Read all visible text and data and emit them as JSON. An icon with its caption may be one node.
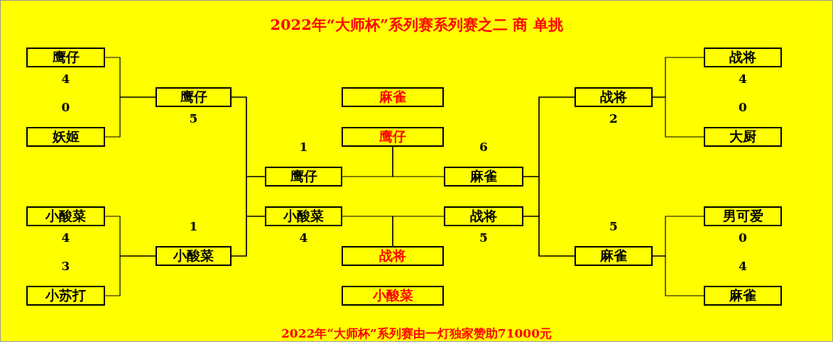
{
  "diagram": {
    "title": "2022年“大师杯”系列赛系列赛之二 商 单挑",
    "caption": "2022年“大师杯”系列赛由一灯独家赞助71000元",
    "nodes": [
      {
        "text": [
          "鹰仔"
        ],
        "beside": [
          "4"
        ]
      },
      {
        "text": [
          "妖姬"
        ],
        "beside": [
          "0"
        ]
      },
      {
        "text": [
          "小酸菜"
        ],
        "beside": [
          "4"
        ]
      },
      {
        "text": [
          "小苏打"
        ],
        "beside": [
          "3"
        ]
      },
      {
        "text": [
          "鹰仔"
        ],
        "beside": [
          "5"
        ]
      },
      {
        "text": [
          "小酸菜"
        ],
        "beside": [
          "1"
        ]
      },
      {
        "text": [
          "鹰仔"
        ],
        "beside": [
          "1"
        ]
      },
      {
        "text": [
          "小酸菜"
        ],
        "beside": [
          "4"
        ]
      },
      {
        "text": [
          "麻雀"
        ]
      },
      {
        "text": [
          "鹰仔"
        ]
      },
      {
        "text": [
          "战将"
        ]
      },
      {
        "text": [
          "小酸菜"
        ]
      },
      {
        "text": [
          "麻雀"
        ],
        "beside": [
          "6"
        ]
      },
      {
        "text": [
          "战将"
        ],
        "beside": [
          "5"
        ]
      },
      {
        "text": [
          "战将"
        ],
        "beside": [
          "2"
        ]
      },
      {
        "text": [
          "麻雀"
        ],
        "beside": [
          "5"
        ]
      },
      {
        "text": [
          "战将"
        ],
        "beside": [
          "4"
        ]
      },
      {
        "text": [
          "大厨"
        ],
        "beside": [
          "0"
        ]
      },
      {
        "text": [
          "男可爱"
        ],
        "beside": [
          "0"
        ]
      },
      {
        "text": [
          "麻雀"
        ],
        "beside": [
          "4"
        ]
      }
    ],
    "edges": [
      {
        "from": 0,
        "to": 4,
        "arrow": "none"
      },
      {
        "from": 1,
        "to": 4,
        "arrow": "none"
      },
      {
        "from": 2,
        "to": 5,
        "arrow": "none"
      },
      {
        "from": 3,
        "to": 5,
        "arrow": "none"
      },
      {
        "from": 4,
        "to": 6,
        "arrow": "none"
      },
      {
        "from": 4,
        "to": 7,
        "arrow": "none"
      },
      {
        "from": 5,
        "to": 6,
        "arrow": "none"
      },
      {
        "from": 5,
        "to": 7,
        "arrow": "none"
      },
      {
        "from": 6,
        "to": 9,
        "arrow": "none"
      },
      {
        "from": 12,
        "to": 9,
        "arrow": "none"
      },
      {
        "from": 7,
        "to": 10,
        "arrow": "none"
      },
      {
        "from": 13,
        "to": 10,
        "arrow": "none"
      },
      {
        "from": 14,
        "to": 12,
        "arrow": "none"
      },
      {
        "from": 14,
        "to": 13,
        "arrow": "none"
      },
      {
        "from": 15,
        "to": 12,
        "arrow": "none"
      },
      {
        "from": 15,
        "to": 13,
        "arrow": "none"
      },
      {
        "from": 16,
        "to": 14,
        "arrow": "none"
      },
      {
        "from": 17,
        "to": 14,
        "arrow": "none"
      },
      {
        "from": 18,
        "to": 15,
        "arrow": "none"
      },
      {
        "from": 19,
        "to": 15,
        "arrow": "none"
      }
    ]
  }
}
